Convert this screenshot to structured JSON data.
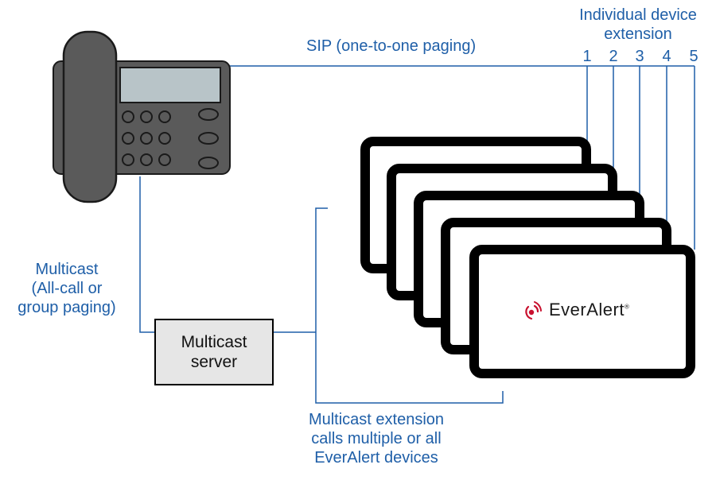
{
  "labels": {
    "sip": "SIP (one-to-one paging)",
    "individual_line1": "Individual device",
    "individual_line2": "extension",
    "multicast_line1": "Multicast",
    "multicast_line2": "(All-call or",
    "multicast_line3": "group paging)",
    "bottom_line1": "Multicast extension",
    "bottom_line2": "calls multiple or all",
    "bottom_line3": "EverAlert devices"
  },
  "extensions": [
    "1",
    "2",
    "3",
    "4",
    "5"
  ],
  "server": {
    "line1": "Multicast",
    "line2": "server"
  },
  "brand": {
    "name": "EverAlert",
    "mark": "®"
  },
  "colors": {
    "line": "#1f5fa8",
    "label": "#1f5fa8",
    "phone_body": "#5a5a5a",
    "phone_screen": "#b8c4c8",
    "device_frame": "#000000",
    "brand_red": "#c8102e"
  },
  "icons": {
    "phone": "desk-phone-icon",
    "device": "everalert-device-icon",
    "logo": "everalert-signal-icon"
  }
}
